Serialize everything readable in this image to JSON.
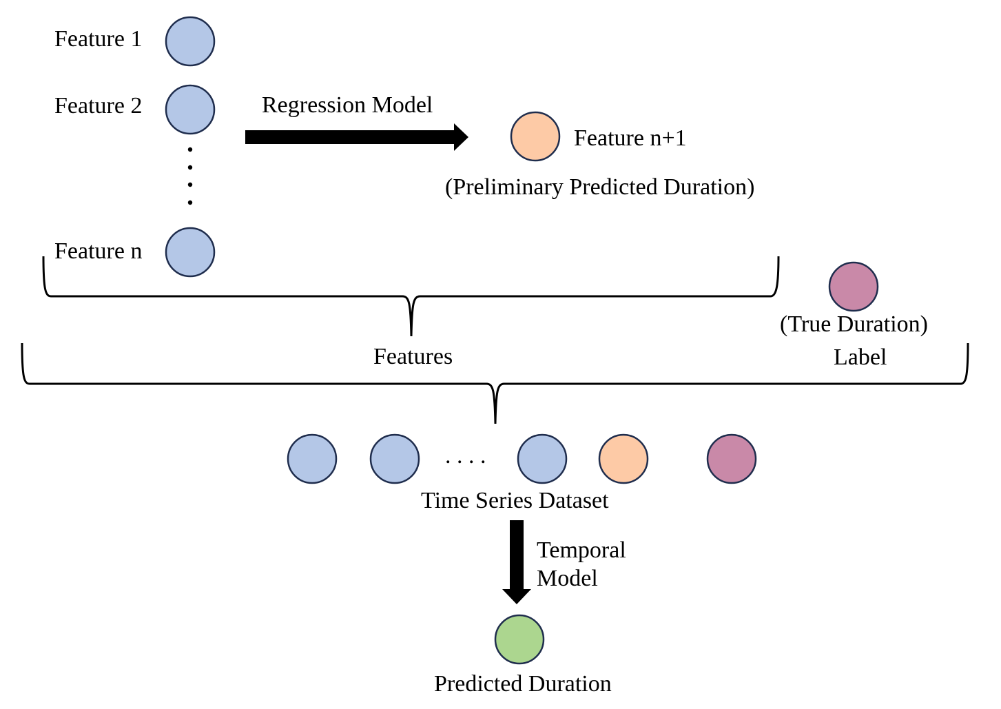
{
  "colors": {
    "feature": "#b4c7e7",
    "preliminary": "#fdcaa6",
    "label": "#c989a8",
    "predicted": "#acd68f",
    "stroke": "#1f2d4d"
  },
  "inputs": {
    "feature_1": "Feature 1",
    "feature_2": "Feature 2",
    "feature_n": "Feature n"
  },
  "regression": {
    "arrow_label": "Regression Model",
    "output_label": "Feature n+1",
    "output_caption": "(Preliminary Predicted Duration)"
  },
  "true_duration": {
    "caption": "(True Duration)"
  },
  "groups": {
    "features": "Features",
    "label": "Label"
  },
  "dataset": {
    "caption": "Time Series Dataset",
    "ellipsis": ". . . ."
  },
  "temporal": {
    "arrow_label_line1": "Temporal",
    "arrow_label_line2": "Model"
  },
  "output": {
    "caption": "Predicted Duration"
  }
}
